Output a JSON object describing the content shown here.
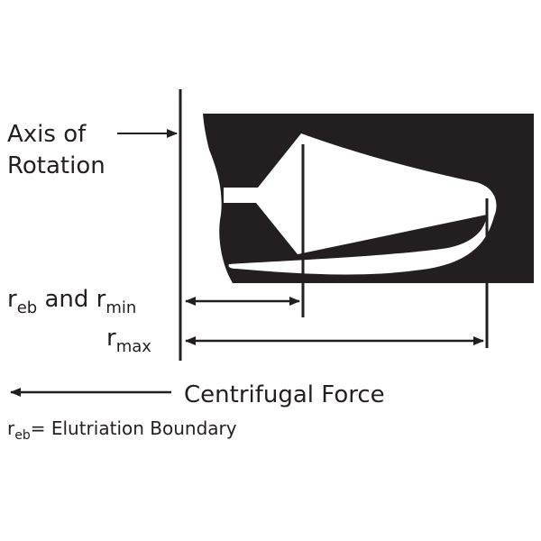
{
  "labels": {
    "axis_line1": "Axis of",
    "axis_line2": "Rotation",
    "r_eb_main": "r",
    "r_eb_sub": "eb",
    "r_eb_and": " and r",
    "r_min_sub": "min",
    "r_max_main": "r",
    "r_max_sub": "max",
    "centrifugal_force": "Centrifugal Force",
    "legend_main": "r",
    "legend_sub": "eb",
    "legend_text": "= Elutriation Boundary"
  },
  "colors": {
    "ink": "#231f20",
    "background": "#ffffff"
  }
}
